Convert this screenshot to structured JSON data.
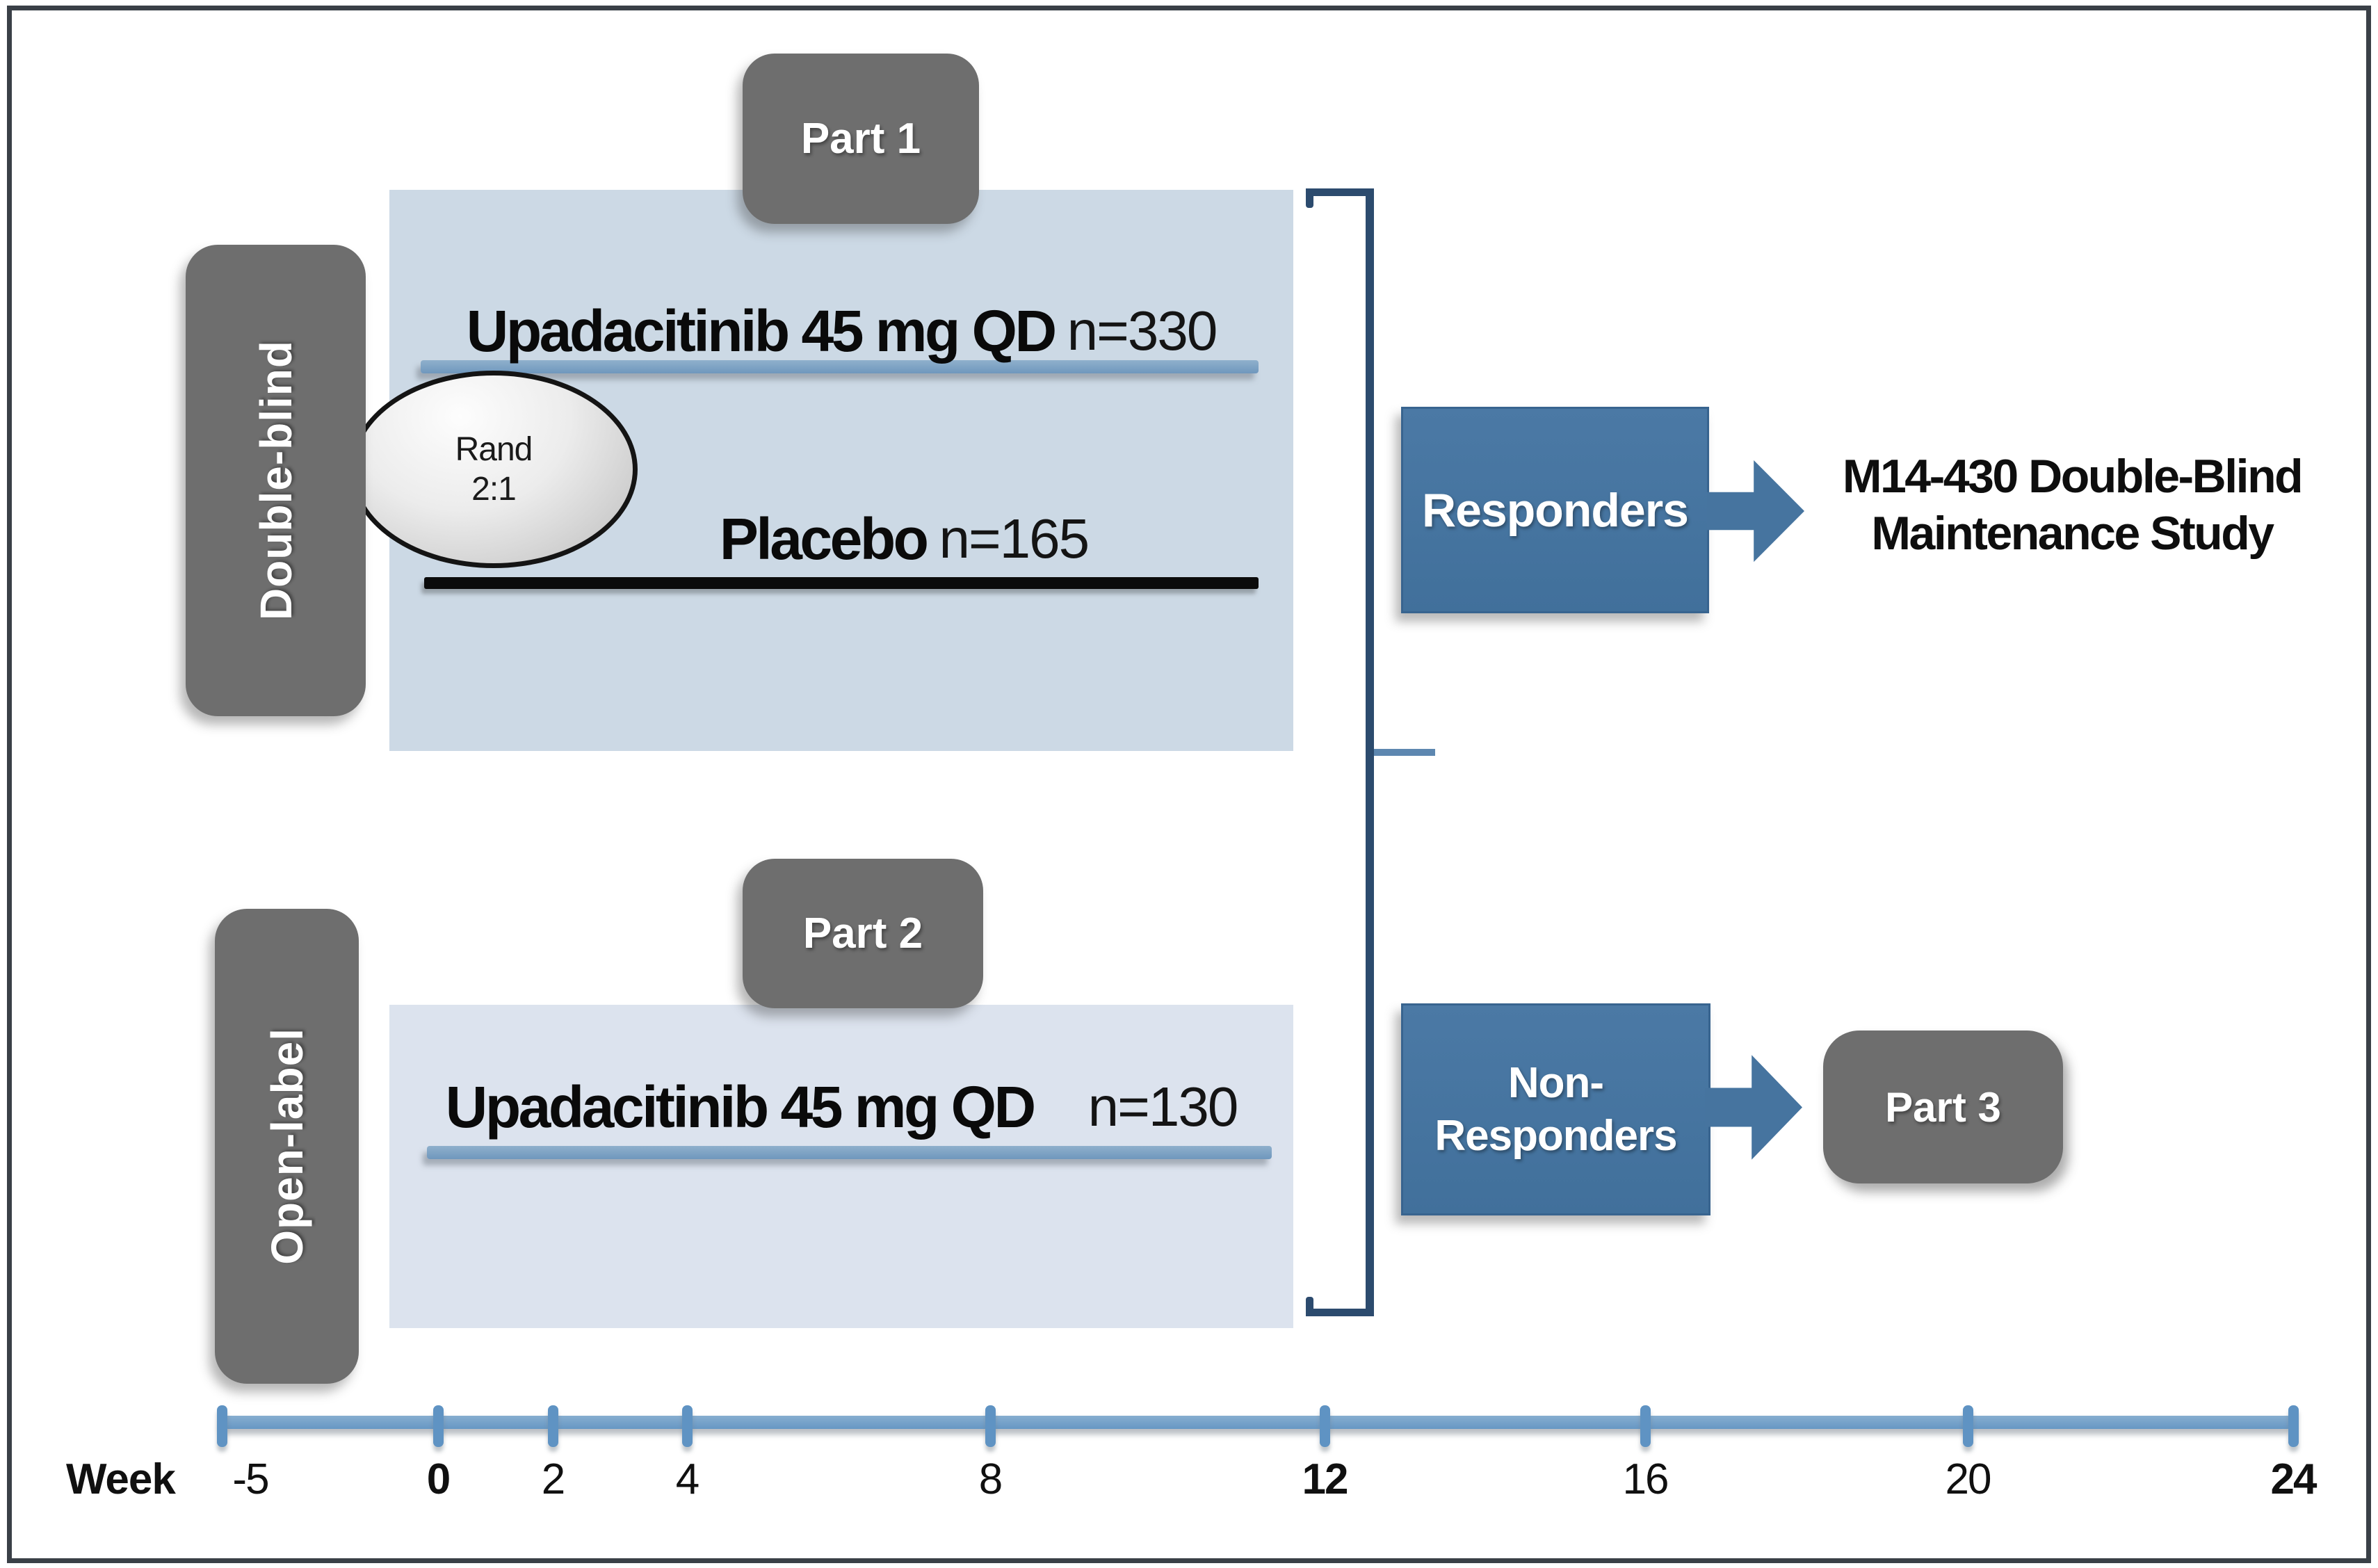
{
  "part1": {
    "tag": "Part 1",
    "phase_label": "Double-blind",
    "randomization": {
      "line1": "Rand",
      "line2": "2:1"
    },
    "arms": [
      {
        "drug": "Upadacitinib 45 mg QD",
        "n": "n=330"
      },
      {
        "drug": "Placebo",
        "n": "n=165"
      }
    ]
  },
  "part2": {
    "tag": "Part 2",
    "phase_label": "Open-label",
    "arms": [
      {
        "drug": "Upadacitinib 45 mg QD",
        "n": "n=130"
      }
    ]
  },
  "outcomes": {
    "responders": {
      "label": "Responders",
      "destination_line1": "M14-430 Double-Blind",
      "destination_line2": "Maintenance Study"
    },
    "non_responders": {
      "label_line1": "Non-",
      "label_line2": "Responders",
      "destination": "Part 3"
    }
  },
  "timeline": {
    "axis_label": "Week",
    "ticks": [
      {
        "label": "-5"
      },
      {
        "label": "0"
      },
      {
        "label": "2"
      },
      {
        "label": "4"
      },
      {
        "label": "8"
      },
      {
        "label": "12"
      },
      {
        "label": "16"
      },
      {
        "label": "20"
      },
      {
        "label": "24"
      }
    ]
  },
  "colors": {
    "panel_part1": "#ccd9e5",
    "panel_part2": "#dce3ee",
    "gray_box": "#6e6e6e",
    "blue_box": "#41709b",
    "bracket": "#2c4b6e",
    "timeline_blue": "#6697c4",
    "arm_line_blue": "#6f97bd",
    "arm_line_black": "#0b0b0b"
  }
}
